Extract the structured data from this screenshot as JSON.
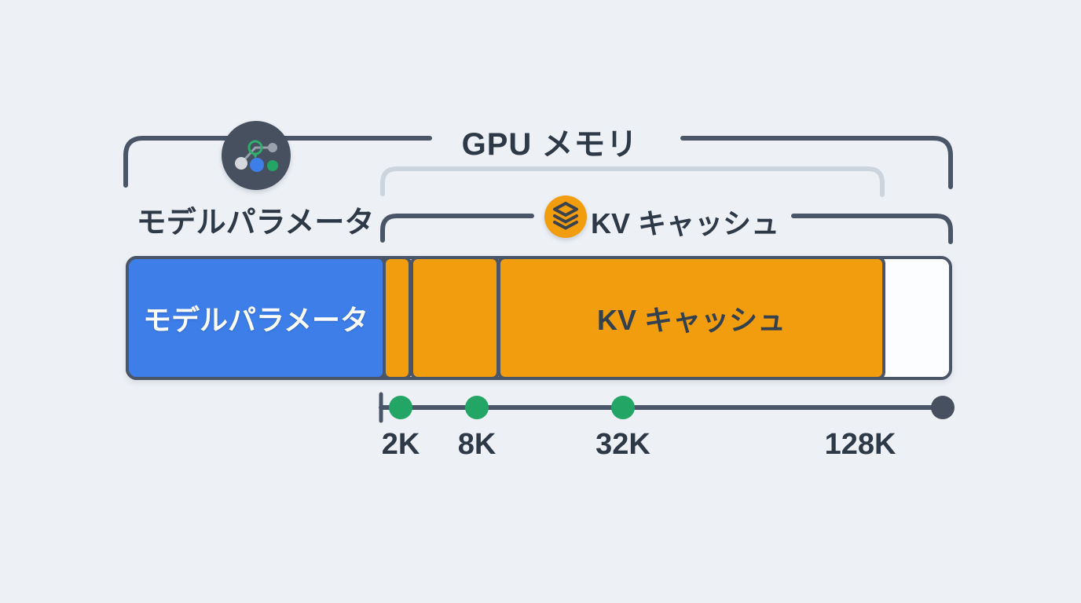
{
  "title": "GPU メモリ",
  "legend": {
    "model_parameters": {
      "label": "モデルパラメータ",
      "icon": "network-nodes-icon"
    },
    "kv_cache": {
      "label": "KV キャッシュ",
      "icon": "layers-icon"
    }
  },
  "memory_bar": {
    "segments": [
      {
        "id": "model-parameters",
        "label": "モデルパラメータ",
        "color": "#3e7ee9"
      },
      {
        "id": "kv-cache-2k",
        "label": "",
        "color": "#f29d0e"
      },
      {
        "id": "kv-cache-8k",
        "label": "",
        "color": "#f29d0e"
      },
      {
        "id": "kv-cache-32k",
        "label": "KV キャッシュ",
        "color": "#f29d0e"
      },
      {
        "id": "free-space",
        "label": "",
        "color": "#fcfdfe"
      }
    ]
  },
  "timeline": {
    "ticks": [
      {
        "label": "2K"
      },
      {
        "label": "8K"
      },
      {
        "label": "32K"
      },
      {
        "label": "128K"
      }
    ],
    "context_dot_color": "#22a565",
    "end_dot_color": "#47515f"
  },
  "colors": {
    "background": "#edf1f6",
    "bracket_dark": "#4a5568",
    "bracket_light": "#ccd4de",
    "text_dark": "#2e3947",
    "model_blue": "#3e7ee9",
    "kv_orange": "#f29d0e",
    "context_green": "#22a565",
    "icon_circle_dark": "#47505e",
    "bar_background": "#fcfdfe"
  }
}
